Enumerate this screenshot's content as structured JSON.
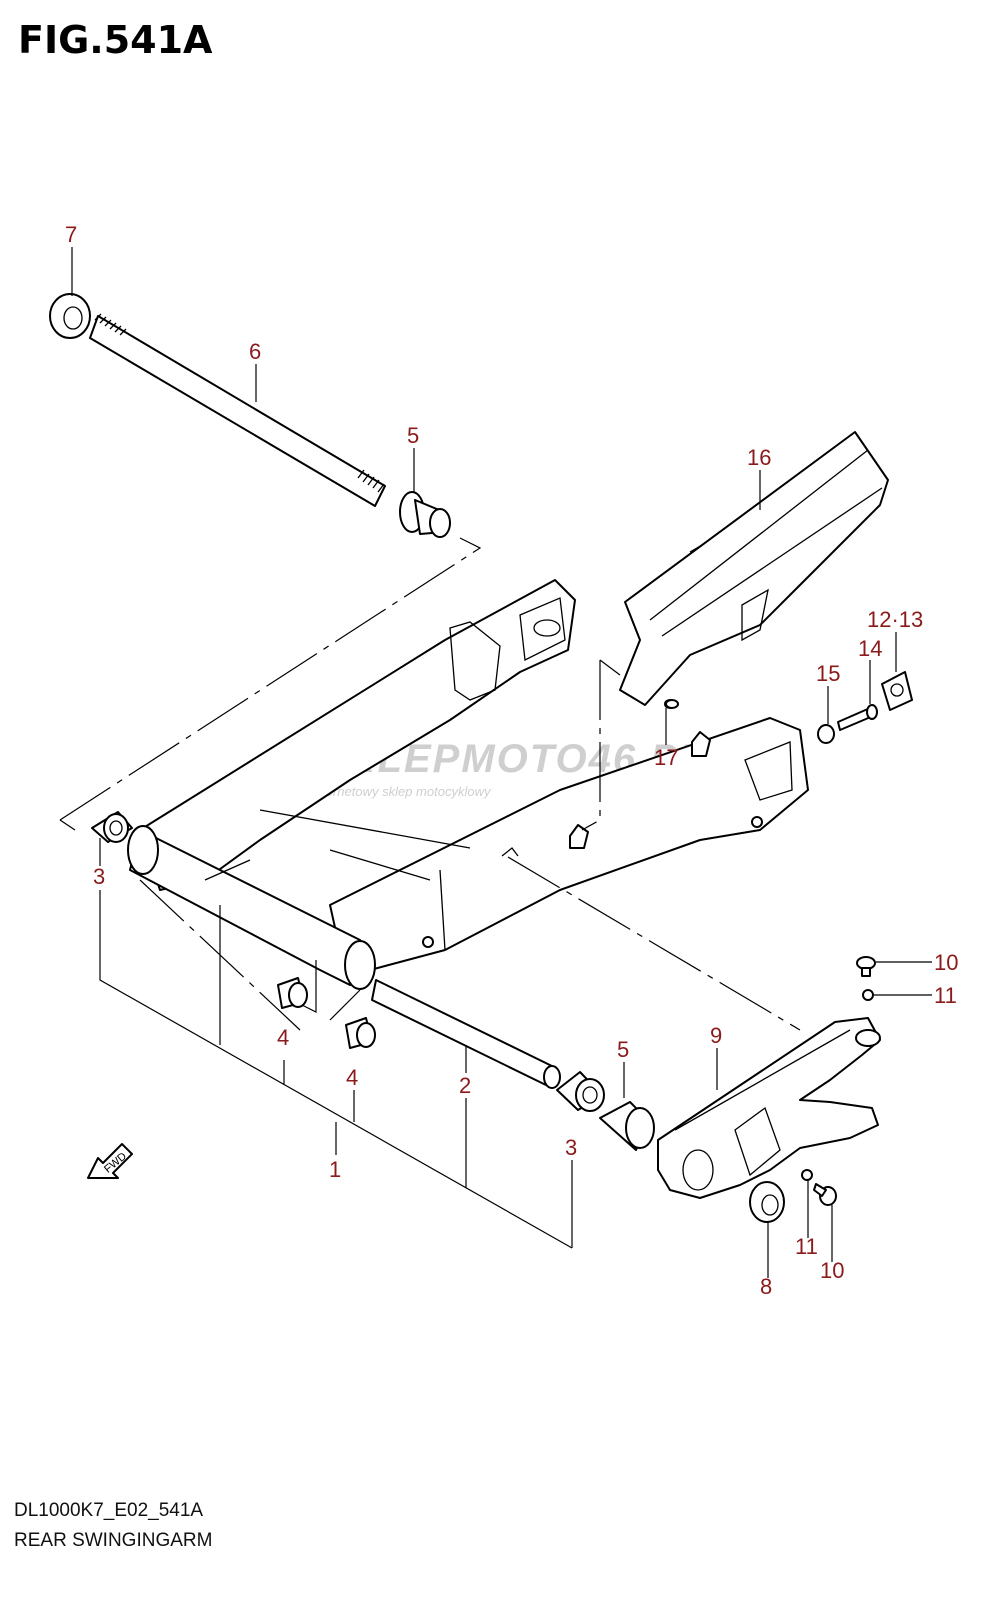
{
  "figure": {
    "title": "FIG.541A",
    "code": "DL1000K7_E02_541A",
    "name": "REAR SWINGINGARM"
  },
  "watermark": {
    "text": "SKLEPMOTO46.PL",
    "subtitle": "internetowy sklep motocyklowy"
  },
  "direction_label": "FWD",
  "callouts": [
    "7",
    "6",
    "5",
    "16",
    "12·13",
    "14",
    "15",
    "17",
    "3",
    "10",
    "11",
    "9",
    "4",
    "4",
    "5",
    "2",
    "3",
    "1",
    "11",
    "10",
    "8"
  ],
  "colors": {
    "callout": "#8b1a1a",
    "line": "#000000",
    "watermark": "#cfcfcf"
  }
}
